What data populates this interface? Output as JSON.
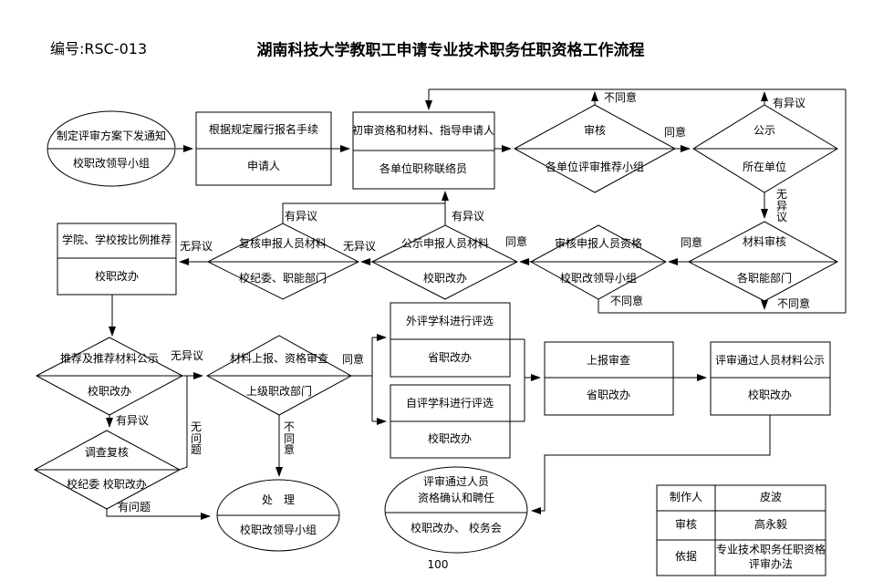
{
  "header": {
    "code": "编号:RSC-013",
    "title": "湖南科技大学教职工申请专业技术职务任职资格工作流程"
  },
  "nodes": {
    "plan": {
      "action": "制定评审方案下发通知",
      "actor": "校职改领导小组"
    },
    "apply": {
      "action": "根据规定履行报名手续",
      "actor": "申请人"
    },
    "first_review": {
      "action": "初审资格和材料、指导申请人",
      "actor": "各单位职称联络员"
    },
    "unit_review": {
      "action": "审核",
      "actor": "各单位评审推荐小组"
    },
    "unit_publicity": {
      "action": "公示",
      "actor": "所在单位"
    },
    "college_recommend": {
      "action": "学院、学校按比例推荐",
      "actor": "校职改办"
    },
    "recheck_material": {
      "action": "复核申报人员材料",
      "actor": "校纪委、职能部门"
    },
    "publicity_material": {
      "action": "公示申报人员材料",
      "actor": "校职改办"
    },
    "check_qualification": {
      "action": "审核申报人员资格",
      "actor": "校职改领导小组"
    },
    "material_review": {
      "action": "材料审核",
      "actor": "各职能部门"
    },
    "recommend_publicity": {
      "action": "推荐及推荐材料公示",
      "actor": "校职改办"
    },
    "submit_check": {
      "action": "材料上报、资格审查",
      "actor": "上级职改部门"
    },
    "investigate": {
      "action": "调查复核",
      "actor": "校纪委 校职改办"
    },
    "handle": {
      "action": "处　理",
      "actor": "校职改领导小组"
    },
    "external_eval": {
      "action": "外评学科进行评选",
      "actor": "省职改办"
    },
    "self_eval": {
      "action": "自评学科进行评选",
      "actor": "校职改办"
    },
    "submit_review": {
      "action": "上报审查",
      "actor": "省职改办"
    },
    "pass_publicity": {
      "action": "评审通过人员材料公示",
      "actor": "校职改办"
    },
    "confirm": {
      "action1": "评审通过人员",
      "action2": "资格确认和聘任",
      "actor": "校职改办、 校务会"
    }
  },
  "edge_labels": {
    "agree": "同意",
    "disagree": "不同意",
    "objection": "有异议",
    "no_objection": "无异议",
    "no_problem": "无问题",
    "has_problem": "有问题"
  },
  "info_table": {
    "rows": [
      {
        "label": "制作人",
        "value": "皮波"
      },
      {
        "label": "审核",
        "value": "高永毅"
      },
      {
        "label": "依据",
        "value": "专业技术职务任职资格评审办法"
      }
    ]
  },
  "footer": {
    "page": "100"
  }
}
